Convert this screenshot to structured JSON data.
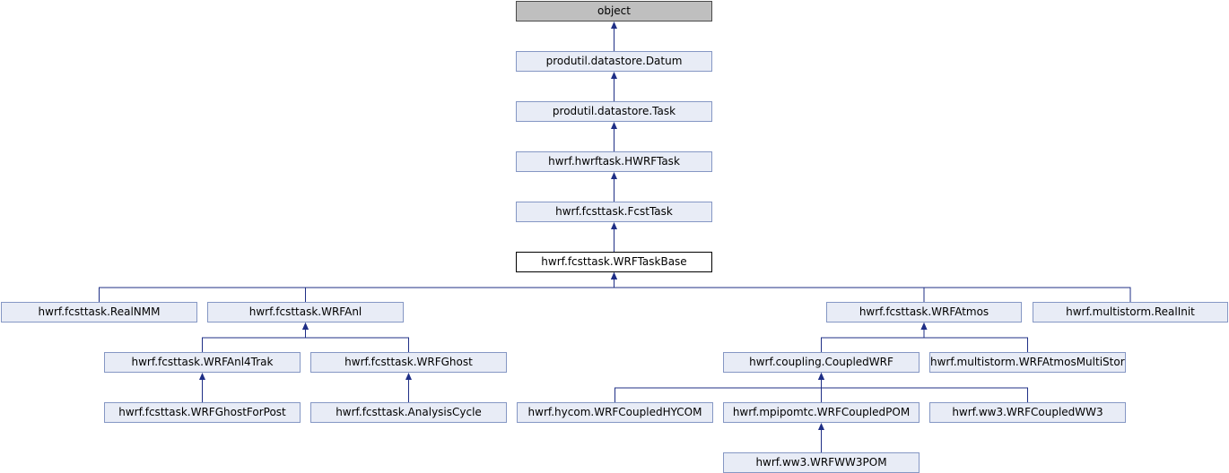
{
  "diagram": {
    "nodes": [
      {
        "id": "object",
        "label": "object",
        "kind": "root"
      },
      {
        "id": "datum",
        "label": "produtil.datastore.Datum",
        "kind": "link"
      },
      {
        "id": "task",
        "label": "produtil.datastore.Task",
        "kind": "link"
      },
      {
        "id": "hwrftask",
        "label": "hwrf.hwrftask.HWRFTask",
        "kind": "link"
      },
      {
        "id": "fcsttask",
        "label": "hwrf.fcsttask.FcstTask",
        "kind": "link"
      },
      {
        "id": "wrftaskbase",
        "label": "hwrf.fcsttask.WRFTaskBase",
        "kind": "current"
      },
      {
        "id": "realnmm",
        "label": "hwrf.fcsttask.RealNMM",
        "kind": "link"
      },
      {
        "id": "wrfanl",
        "label": "hwrf.fcsttask.WRFAnl",
        "kind": "link"
      },
      {
        "id": "wrfatmos",
        "label": "hwrf.fcsttask.WRFAtmos",
        "kind": "link"
      },
      {
        "id": "realinit",
        "label": "hwrf.multistorm.RealInit",
        "kind": "link"
      },
      {
        "id": "wrfanl4trak",
        "label": "hwrf.fcsttask.WRFAnl4Trak",
        "kind": "link"
      },
      {
        "id": "wrfghost",
        "label": "hwrf.fcsttask.WRFGhost",
        "kind": "link"
      },
      {
        "id": "coupledwrf",
        "label": "hwrf.coupling.CoupledWRF",
        "kind": "link"
      },
      {
        "id": "wrfatmosmultistorm",
        "label": "hwrf.multistorm.WRFAtmosMultiStorm",
        "kind": "link"
      },
      {
        "id": "wrfghostforpost",
        "label": "hwrf.fcsttask.WRFGhostForPost",
        "kind": "link"
      },
      {
        "id": "analysiscycle",
        "label": "hwrf.fcsttask.AnalysisCycle",
        "kind": "link"
      },
      {
        "id": "wrfcoupledhycom",
        "label": "hwrf.hycom.WRFCoupledHYCOM",
        "kind": "link"
      },
      {
        "id": "wrfcoupledpom",
        "label": "hwrf.mpipomtc.WRFCoupledPOM",
        "kind": "link"
      },
      {
        "id": "wrfcoupledww3",
        "label": "hwrf.ww3.WRFCoupledWW3",
        "kind": "link"
      },
      {
        "id": "wrfww3pom",
        "label": "hwrf.ww3.WRFWW3POM",
        "kind": "link"
      }
    ],
    "edges": [
      {
        "from": "datum",
        "to": "object"
      },
      {
        "from": "task",
        "to": "datum"
      },
      {
        "from": "hwrftask",
        "to": "task"
      },
      {
        "from": "fcsttask",
        "to": "hwrftask"
      },
      {
        "from": "wrftaskbase",
        "to": "fcsttask"
      },
      {
        "from": "realnmm",
        "to": "wrftaskbase"
      },
      {
        "from": "wrfanl",
        "to": "wrftaskbase"
      },
      {
        "from": "wrfatmos",
        "to": "wrftaskbase"
      },
      {
        "from": "realinit",
        "to": "wrftaskbase"
      },
      {
        "from": "wrfanl4trak",
        "to": "wrfanl"
      },
      {
        "from": "wrfghost",
        "to": "wrfanl"
      },
      {
        "from": "wrfghostforpost",
        "to": "wrfanl4trak"
      },
      {
        "from": "analysiscycle",
        "to": "wrfghost"
      },
      {
        "from": "coupledwrf",
        "to": "wrfatmos"
      },
      {
        "from": "wrfatmosmultistorm",
        "to": "wrfatmos"
      },
      {
        "from": "wrfcoupledhycom",
        "to": "coupledwrf"
      },
      {
        "from": "wrfcoupledpom",
        "to": "coupledwrf"
      },
      {
        "from": "wrfcoupledww3",
        "to": "coupledwrf"
      },
      {
        "from": "wrfww3pom",
        "to": "wrfcoupledpom"
      }
    ]
  }
}
